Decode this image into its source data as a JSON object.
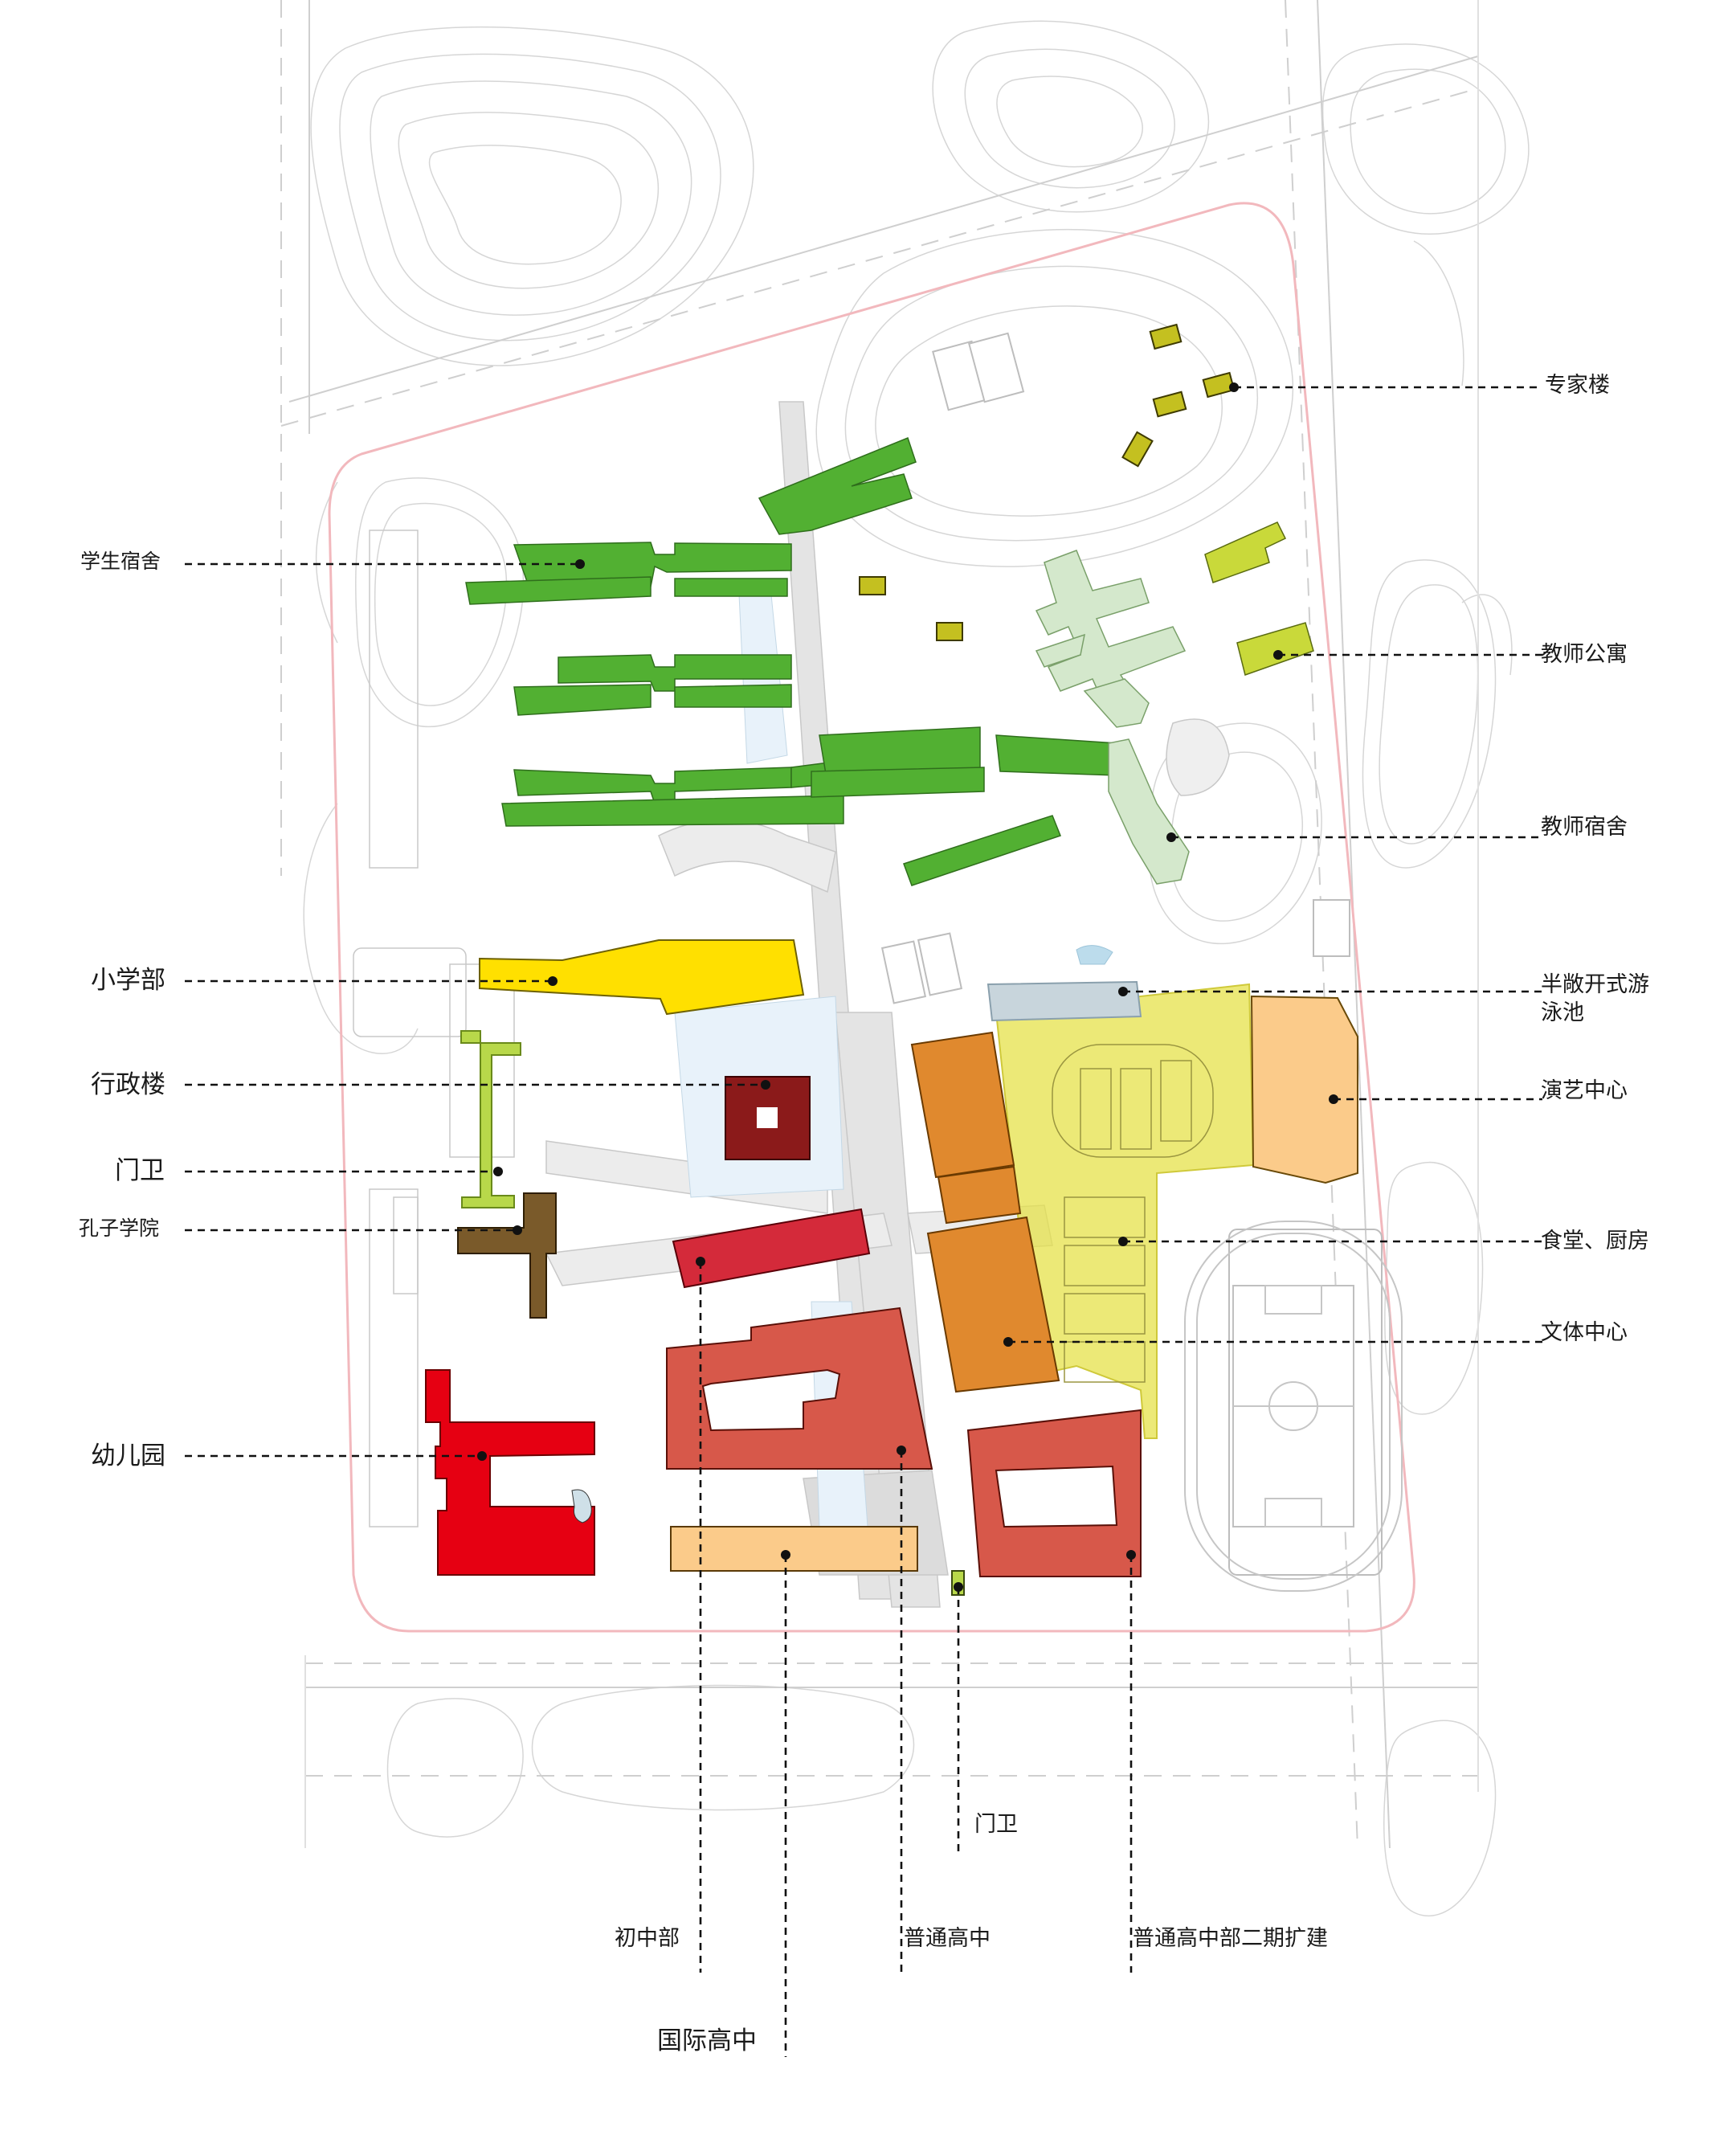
{
  "labels": {
    "expert_building": "专家楼",
    "student_dorm": "学生宿舍",
    "teacher_apartment": "教师公寓",
    "teacher_dorm": "教师宿舍",
    "primary_school": "小学部",
    "semi_open_pool": "半敞开式游泳池",
    "admin_building": "行政楼",
    "performing_arts": "演艺中心",
    "guard_west": "门卫",
    "confucius_institute": "孔子学院",
    "canteen_kitchen": "食堂、厨房",
    "sports_culture": "文体中心",
    "kindergarten": "幼儿园",
    "guard_south": "门卫",
    "junior_high": "初中部",
    "high_school": "普通高中",
    "high_school_phase2": "普通高中部二期扩建",
    "intl_high_school": "国际高中"
  },
  "colors": {
    "dorm_green": "#52b032",
    "teacher_pale_green": "#d4e8cc",
    "apartment_lime": "#c9d93a",
    "expert_olive": "#c4c020",
    "primary_yellow": "#ffe000",
    "admin_maroon": "#8b1a1a",
    "guard_lime": "#b8d84a",
    "confucius_brown": "#7a5a2a",
    "kindergarten_red": "#e60012",
    "junior_red": "#d42a3a",
    "high_school_red": "#d7584a",
    "intl_peach": "#fbcb8a",
    "sports_orange": "#e0892e",
    "field_yellow": "#e6e24a",
    "arts_peach": "#fbcb8a",
    "pool_blue": "#bcdcec",
    "site_outline": "#f2b8bd"
  }
}
